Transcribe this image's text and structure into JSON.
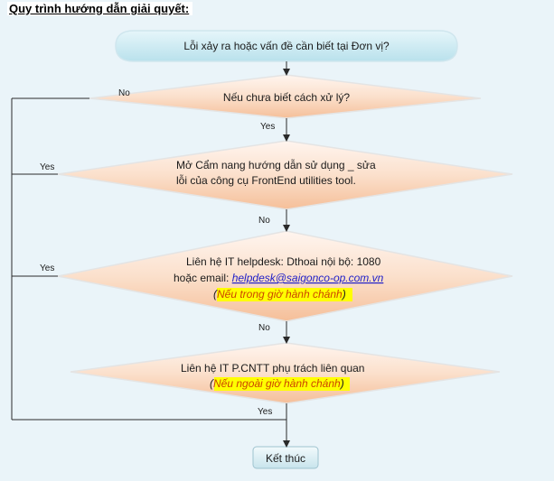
{
  "title": "Quy trình hướng dẫn giải quyết:",
  "nodes": {
    "start": "Lỗi xảy ra hoặc vấn đề cần biết tại Đơn vị?",
    "decision1": "Nếu chưa biết cách xử lý?",
    "decision2": {
      "line1": "Mở  Cẩm nang hướng dẫn sử dụng _ sửa",
      "line2": "lỗi của công cụ FrontEnd utilities tool."
    },
    "decision3": {
      "line1": "Liên hệ  IT helpdesk: Dthoai nội bộ: 1080",
      "line2_prefix": "hoặc email: ",
      "email": "helpdesk@saigonco-op.com.vn",
      "note_open": "(",
      "note": "Nếu trong giờ hành chánh",
      "note_close": ")"
    },
    "decision4": {
      "line1": "Liên hệ  IT P.CNTT phụ trách liên quan",
      "note_open": "(",
      "note": "Nếu ngoài giờ hành chánh",
      "note_close": ")"
    },
    "end": "Kết thúc"
  },
  "edges": {
    "d1_no": "No",
    "d1_yes": "Yes",
    "d2_yes": "Yes",
    "d2_no": "No",
    "d3_yes": "Yes",
    "d3_no": "No",
    "d4_yes": "Yes"
  },
  "colors": {
    "background": "#eaf4f9",
    "shape_fill_top": "#fff3ec",
    "shape_fill_bottom": "#f7c7a4",
    "shape_stroke": "#e0e0e0",
    "start_fill": "#ccecf4",
    "end_fill": "#dbeef4",
    "connector": "#2a2a2a",
    "highlight": "#ffff00",
    "email_link": "#1f1fc8",
    "note_text": "#cc4400"
  }
}
